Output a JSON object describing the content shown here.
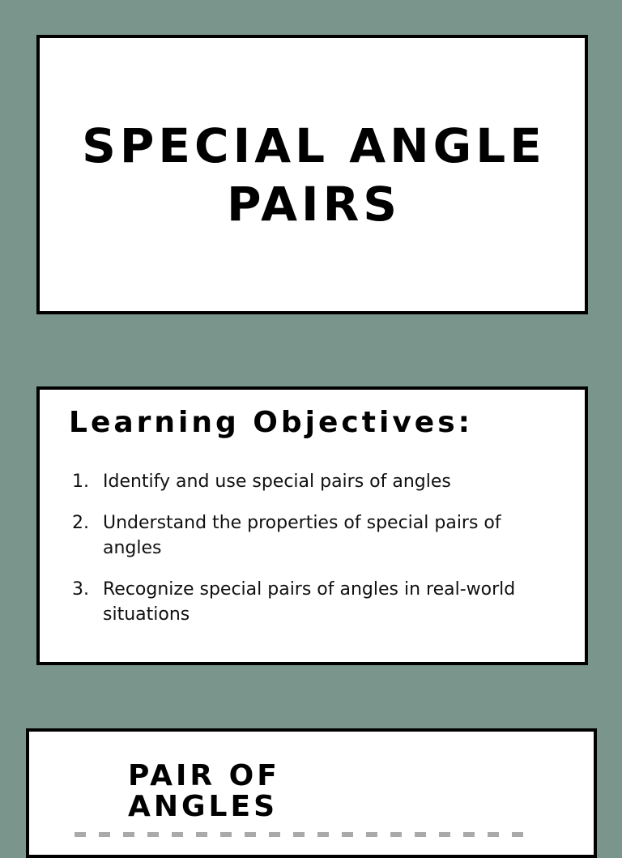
{
  "slides": [
    {
      "title": "SPECIAL ANGLE\nPAIRS"
    },
    {
      "heading": "Learning Objectives:",
      "objectives": [
        {
          "number": "1.",
          "text": "Identify and use special pairs of angles"
        },
        {
          "number": "2.",
          "text": "Understand the properties of special pairs of\nangles"
        },
        {
          "number": "3.",
          "text": "Recognize special pairs of angles in real-world\nsituations"
        }
      ]
    },
    {
      "heading": "PAIR OF\nANGLES"
    }
  ],
  "colors": {
    "background": "#7a968c",
    "card": "#ffffff",
    "border": "#000000",
    "text": "#000000"
  }
}
